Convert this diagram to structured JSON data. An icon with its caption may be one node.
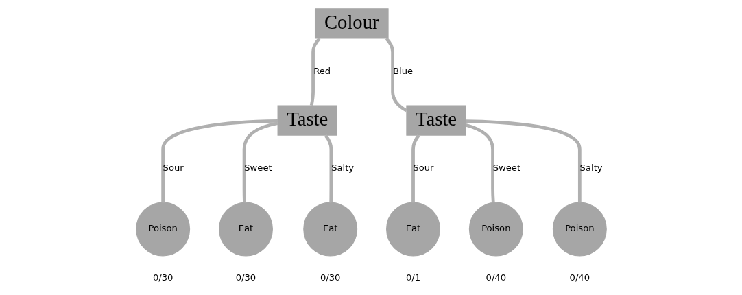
{
  "diagram": {
    "nodes": [
      {
        "text": [
          "Colour"
        ]
      },
      {
        "text": [
          "Taste"
        ]
      },
      {
        "text": [
          "Taste"
        ]
      },
      {
        "text": [
          "Poison"
        ],
        "beside": [
          "0/30"
        ]
      },
      {
        "text": [
          "Eat"
        ],
        "beside": [
          "0/30"
        ]
      },
      {
        "text": [
          "Eat"
        ],
        "beside": [
          "0/30"
        ]
      },
      {
        "text": [
          "Eat"
        ],
        "beside": [
          "0/1"
        ]
      },
      {
        "text": [
          "Poison"
        ],
        "beside": [
          "0/40"
        ]
      },
      {
        "text": [
          "Poison"
        ],
        "beside": [
          "0/40"
        ]
      }
    ],
    "edges": [
      {
        "from": 0,
        "to": 1,
        "arrow": "none",
        "label": "Red"
      },
      {
        "from": 0,
        "to": 2,
        "arrow": "none",
        "label": "Blue"
      },
      {
        "from": 1,
        "to": 3,
        "arrow": "none",
        "label": "Sour"
      },
      {
        "from": 1,
        "to": 4,
        "arrow": "none",
        "label": "Sweet"
      },
      {
        "from": 1,
        "to": 5,
        "arrow": "none",
        "label": "Salty"
      },
      {
        "from": 2,
        "to": 6,
        "arrow": "none",
        "label": "Sour"
      },
      {
        "from": 2,
        "to": 7,
        "arrow": "none",
        "label": "Sweet"
      },
      {
        "from": 2,
        "to": 8,
        "arrow": "none",
        "label": "Salty"
      }
    ]
  }
}
